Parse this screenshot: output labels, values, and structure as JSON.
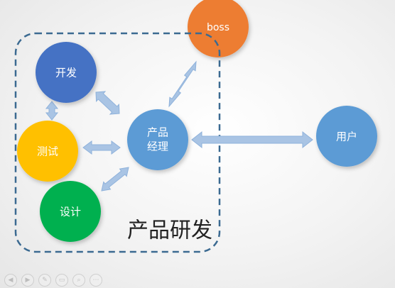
{
  "diagram": {
    "group": {
      "label": "产品研发",
      "border_color": "#3b6a91"
    },
    "nodes": {
      "boss": {
        "label": "boss",
        "color": "#ed7d31"
      },
      "dev": {
        "label": "开发",
        "color": "#4472c4"
      },
      "test": {
        "label": "测试",
        "color": "#ffc000"
      },
      "design": {
        "label": "设计",
        "color": "#00b050"
      },
      "pm": {
        "line1": "产品",
        "line2": "经理",
        "color": "#5b9bd5"
      },
      "user": {
        "label": "用户",
        "color": "#5b9bd5"
      }
    },
    "arrow_color": "#a9c4e4"
  },
  "toolbar": {
    "items": [
      {
        "name": "prev-icon",
        "glyph": "◀"
      },
      {
        "name": "next-icon",
        "glyph": "▶"
      },
      {
        "name": "pen-icon",
        "glyph": "✎"
      },
      {
        "name": "slides-icon",
        "glyph": "▭"
      },
      {
        "name": "zoom-icon",
        "glyph": "⌕"
      },
      {
        "name": "more-icon",
        "glyph": "⋯"
      }
    ]
  }
}
